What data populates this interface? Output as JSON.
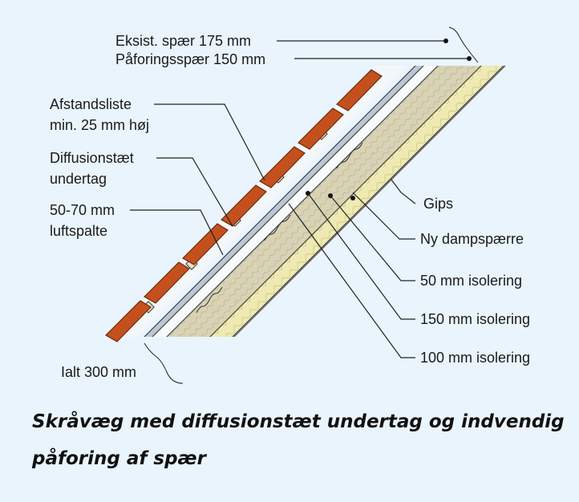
{
  "labels": {
    "eksist_spaer": "Eksist. spær 175 mm",
    "paforingsspaer": "Påforingsspær 150 mm",
    "afstandsliste_1": "Afstandsliste",
    "afstandsliste_2": "min. 25 mm høj",
    "diffusion_1": "Diffusionstæt",
    "diffusion_2": "undertag",
    "luftspalte_1": "50-70 mm",
    "luftspalte_2": "luftspalte",
    "gips": "Gips",
    "dampspaerre": "Ny dampspærre",
    "isolering_50": "50 mm isolering",
    "isolering_150": "150 mm isolering",
    "isolering_100": "100 mm isolering",
    "ialt": "Ialt 300 mm"
  },
  "caption": {
    "line1": "Skråvæg med diffusionstæt undertag og indvendig",
    "line2": "påforing af spær"
  },
  "colors": {
    "background": "#eaf4fc",
    "roof_tile": "#c4501e",
    "insulation": "#efeab4",
    "spaer_wood": "#d9d3b6"
  }
}
